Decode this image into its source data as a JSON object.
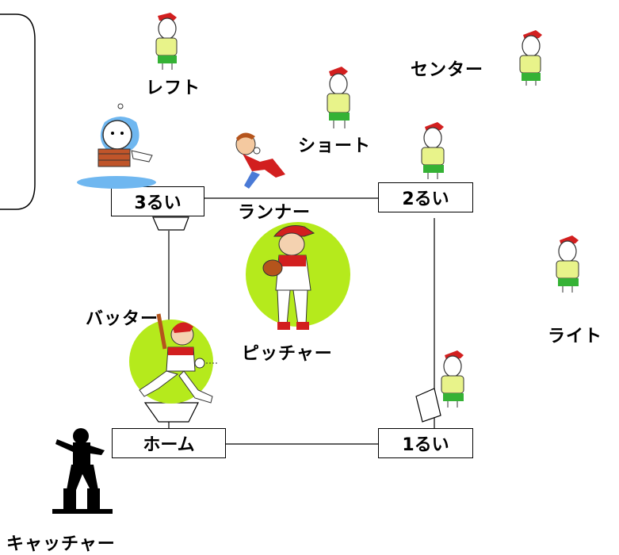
{
  "players": {
    "left": "レフト",
    "center": "センター",
    "short": "ショート",
    "runner": "ランナー",
    "right": "ライト",
    "batter": "バッター",
    "pitcher": "ピッチャー",
    "catcher": "キャッチャー"
  },
  "bases": {
    "third": "3るい",
    "second": "2るい",
    "home": "ホーム",
    "first": "1るい"
  },
  "colors": {
    "circle": "#b5ea1c",
    "shirt": "#e8f38a",
    "pants": "#35b235",
    "cap": "#d21f1f",
    "uniform_red": "#c81e1e"
  }
}
